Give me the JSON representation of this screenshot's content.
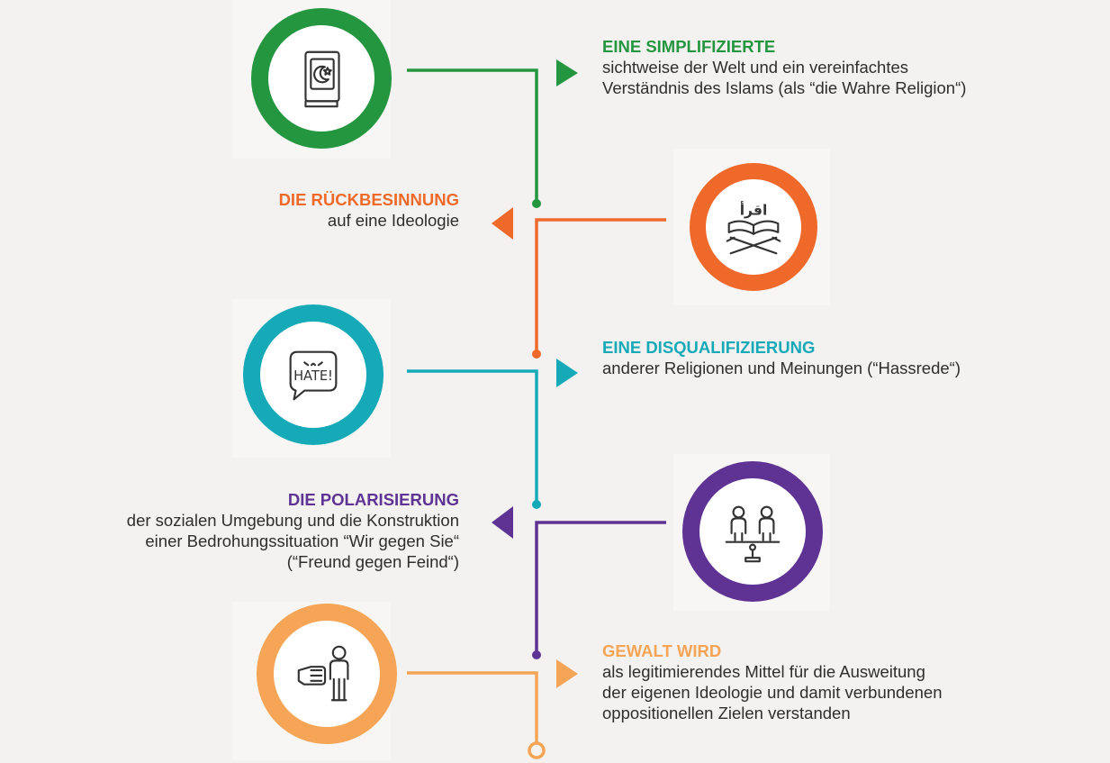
{
  "colors": {
    "green": "#24963f",
    "orange": "#ef6a2a",
    "teal": "#16a9b8",
    "purple": "#5e3394",
    "light_orange": "#f6a455",
    "text": "#2e2e2e"
  },
  "steps": [
    {
      "heading": "EINE SIMPLIFIZIERTE",
      "lines": [
        "sichtweise der Welt und ein vereinfachtes",
        "Verständnis des Islams (als “die Wahre Religion“)"
      ],
      "icon": "quran-book-icon"
    },
    {
      "heading": "DIE RÜCKBESINNUNG",
      "lines": [
        "auf eine Ideologie"
      ],
      "icon": "quran-stand-icon",
      "icon_text": "اقرأ"
    },
    {
      "heading": "EINE DISQUALIFIZIERUNG",
      "lines": [
        "anderer Religionen und Meinungen (“Hassrede“)"
      ],
      "icon": "hate-speech-bubble-icon",
      "icon_text": "HATE!"
    },
    {
      "heading": "DIE POLARISIERUNG",
      "lines": [
        "der sozialen Umgebung und die Konstruktion",
        "einer Bedrohungssituation “Wir gegen Sie“",
        "(“Freund gegen Feind“)"
      ],
      "icon": "people-on-scale-icon"
    },
    {
      "heading": "GEWALT WIRD",
      "lines": [
        "als legitimierendes Mittel für die Ausweitung",
        "der eigenen Ideologie und damit verbundenen",
        "oppositionellen Zielen verstanden"
      ],
      "icon": "fist-and-person-icon"
    }
  ]
}
